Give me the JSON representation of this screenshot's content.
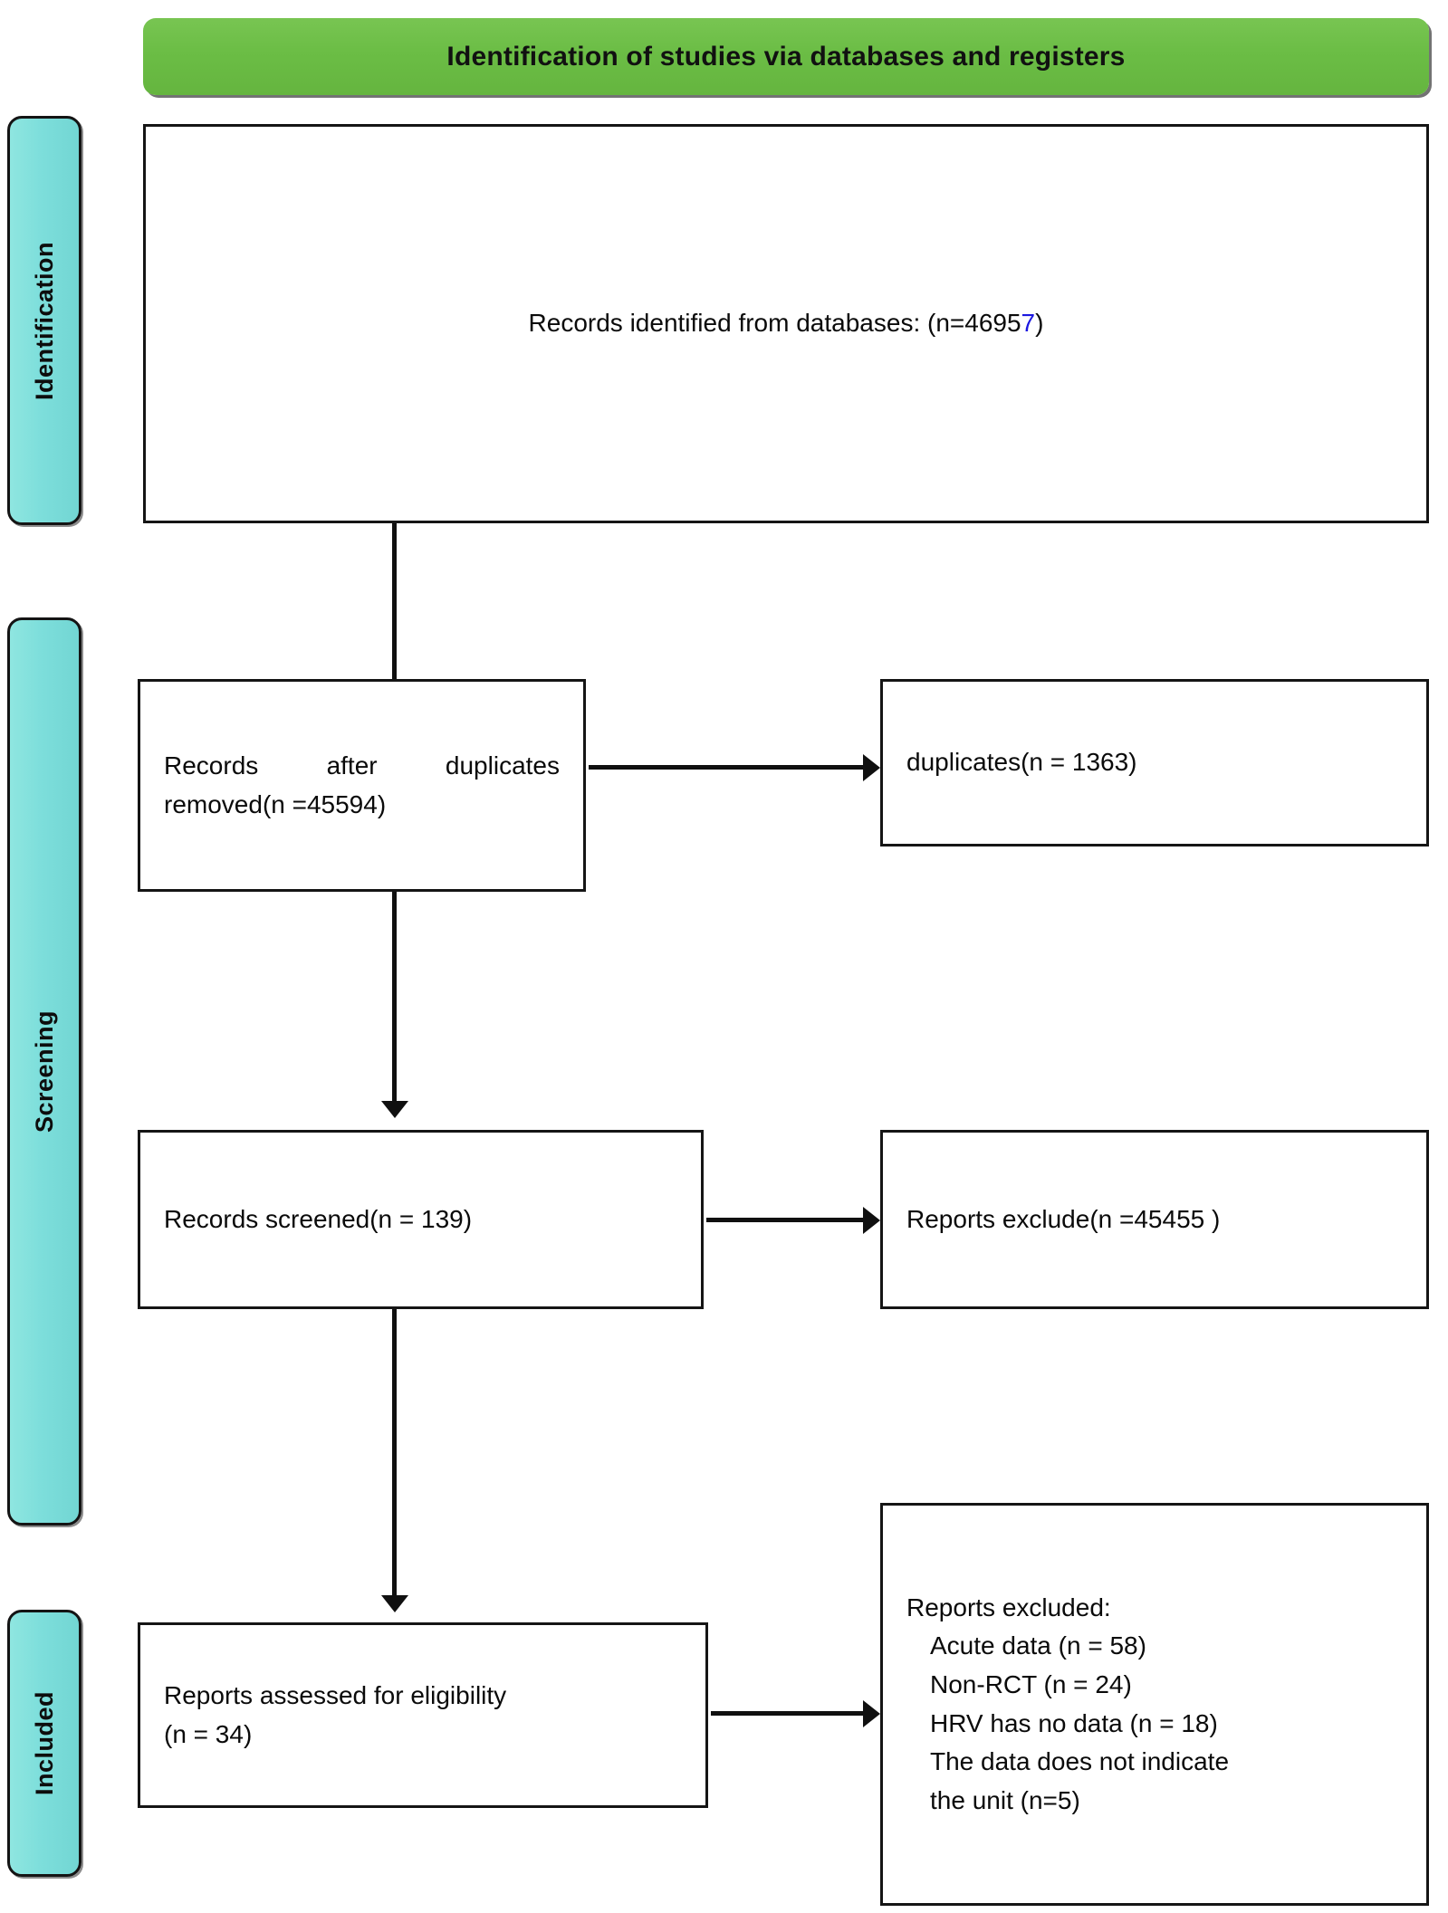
{
  "header": {
    "title": "Identification of studies via databases and registers",
    "background_color": "#6bbd45"
  },
  "stages": [
    {
      "label": "Identification",
      "color": "#7ddedb"
    },
    {
      "label": "Screening",
      "color": "#7ddedb"
    },
    {
      "label": "Included",
      "color": "#7ddedb"
    }
  ],
  "boxes": {
    "identified": {
      "text_prefix": "Records identified from databases: (n=4695",
      "highlight_digit": "7",
      "text_suffix": ")"
    },
    "after_duplicates": {
      "line1": "Records after duplicates",
      "line2": "removed(n =45594)"
    },
    "duplicates_removed": {
      "line1": "duplicates(n = 1363)"
    },
    "screened": {
      "line1": "Records screened(n = 139)"
    },
    "reports_excluded_screening": {
      "line1": "Reports exclude(n =45455 )"
    },
    "eligibility": {
      "line1": "Reports assessed for eligibility",
      "line2": "(n = 34)"
    },
    "reports_excluded_final": {
      "heading": "Reports excluded:",
      "items": [
        "Acute data (n = 58)",
        "Non-RCT (n = 24)",
        "HRV has no data (n = 18)"
      ],
      "wrapped_item_line1": "The  data  does  not  indicate",
      "wrapped_item_line2": "the unit (n=5)"
    }
  },
  "chart_data": {
    "type": "flowchart",
    "title": "Identification of studies via databases and registers",
    "nodes": [
      {
        "id": "identified",
        "stage": "Identification",
        "label": "Records identified from databases",
        "n": 46957
      },
      {
        "id": "after_duplicates",
        "stage": "Screening",
        "label": "Records after duplicates removed",
        "n": 45594
      },
      {
        "id": "duplicates_removed",
        "stage": "Screening",
        "label": "duplicates",
        "n": 1363
      },
      {
        "id": "screened",
        "stage": "Screening",
        "label": "Records screened",
        "n": 139
      },
      {
        "id": "reports_excluded_screening",
        "stage": "Screening",
        "label": "Reports exclude",
        "n": 45455
      },
      {
        "id": "eligibility",
        "stage": "Included",
        "label": "Reports assessed for eligibility",
        "n": 34
      },
      {
        "id": "reports_excluded_final",
        "stage": "Included",
        "label": "Reports excluded",
        "n": null
      }
    ],
    "exclusion_reasons": [
      {
        "reason": "Acute data",
        "n": 58
      },
      {
        "reason": "Non-RCT",
        "n": 24
      },
      {
        "reason": "HRV has no data",
        "n": 18
      },
      {
        "reason": "The data does not indicate the unit",
        "n": 5
      }
    ],
    "edges": [
      {
        "from": "identified",
        "to": "after_duplicates",
        "direction": "down"
      },
      {
        "from": "after_duplicates",
        "to": "duplicates_removed",
        "direction": "right"
      },
      {
        "from": "after_duplicates",
        "to": "screened",
        "direction": "down"
      },
      {
        "from": "screened",
        "to": "reports_excluded_screening",
        "direction": "right"
      },
      {
        "from": "screened",
        "to": "eligibility",
        "direction": "down"
      },
      {
        "from": "eligibility",
        "to": "reports_excluded_final",
        "direction": "right"
      }
    ]
  }
}
